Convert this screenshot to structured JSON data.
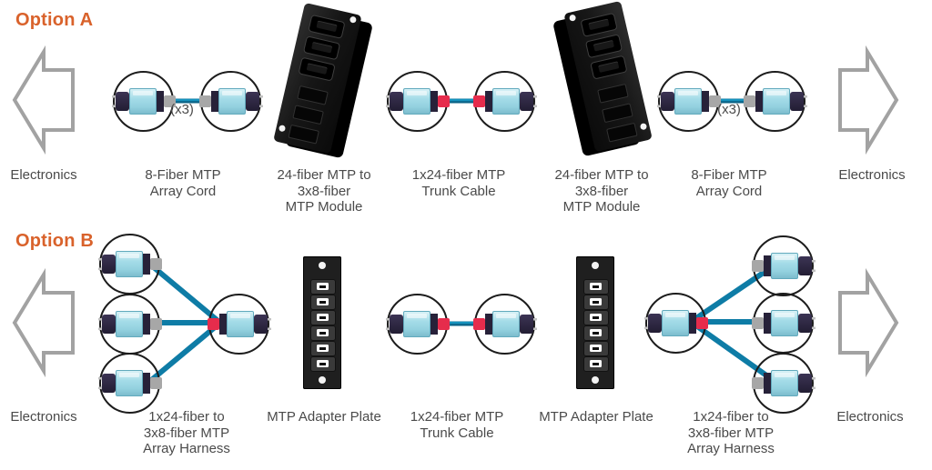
{
  "optionA": {
    "title": "Option A",
    "electronics_left": "Electronics",
    "array_cord_left": {
      "lines": [
        "8-Fiber MTP",
        "Array Cord"
      ],
      "multiplier": "(x3)"
    },
    "module_left": {
      "lines": [
        "24-fiber MTP to",
        "3x8-fiber",
        "MTP Module"
      ]
    },
    "trunk_cable": {
      "lines": [
        "1x24-fiber MTP",
        "Trunk Cable"
      ]
    },
    "module_right": {
      "lines": [
        "24-fiber MTP to",
        "3x8-fiber",
        "MTP Module"
      ]
    },
    "array_cord_right": {
      "lines": [
        "8-Fiber MTP",
        "Array Cord"
      ],
      "multiplier": "(x3)"
    },
    "electronics_right": "Electronics"
  },
  "optionB": {
    "title": "Option B",
    "electronics_left": "Electronics",
    "harness_left": {
      "lines": [
        "1x24-fiber to",
        "3x8-fiber MTP",
        "Array Harness"
      ]
    },
    "adapter_plate_left": {
      "label": "MTP Adapter Plate"
    },
    "trunk_cable": {
      "lines": [
        "1x24-fiber MTP",
        "Trunk Cable"
      ]
    },
    "adapter_plate_right": {
      "label": "MTP Adapter Plate"
    },
    "harness_right": {
      "lines": [
        "1x24-fiber to",
        "3x8-fiber MTP",
        "Array Harness"
      ]
    },
    "electronics_right": "Electronics"
  },
  "colors": {
    "accent_orange": "#d9622b",
    "label_gray": "#4a4a4a",
    "arrow_gray": "#a2a2a2",
    "cable_teal": "#0e7ca6",
    "connector_aqua": "#a5dce8",
    "connector_navy": "#272139",
    "boot_gray": "#a7a7a7",
    "boot_red": "#e62c4c",
    "hardware_black": "#1a1a1a"
  }
}
